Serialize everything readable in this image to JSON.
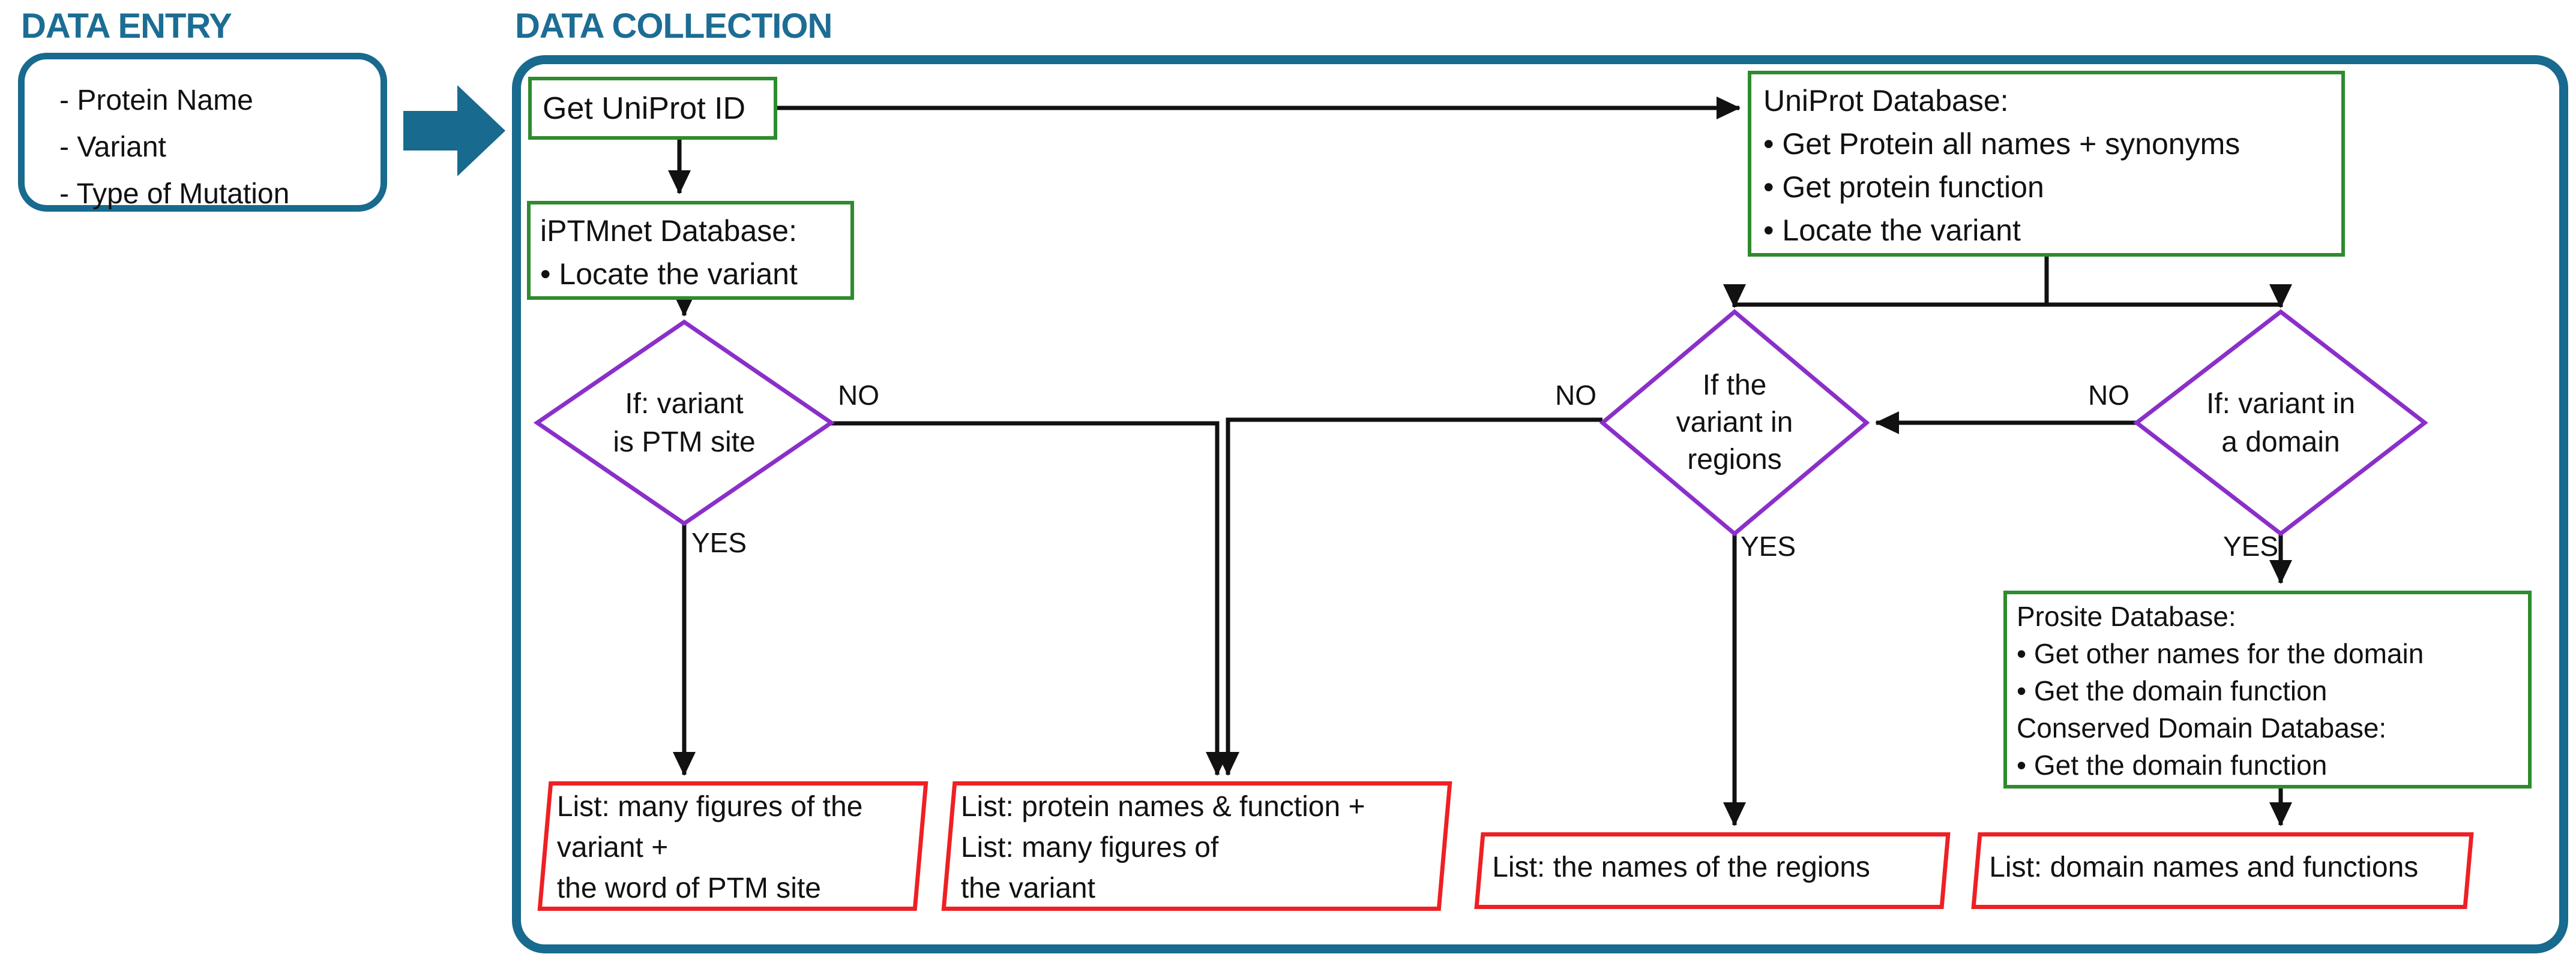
{
  "colors": {
    "teal": "#186a8e",
    "title_teal": "#1c6d94",
    "green": "#2e8b2e",
    "purple": "#8b2fc9",
    "red": "#ee2024",
    "line_black": "#111111"
  },
  "data_entry": {
    "title": "DATA ENTRY",
    "items": [
      "- Protein Name",
      "- Variant",
      "- Type of Mutation"
    ]
  },
  "data_collection": {
    "title": "DATA COLLECTION",
    "nodes": {
      "get_uniprot": {
        "label": "Get UniProt ID"
      },
      "iptmnet": {
        "lines": [
          "iPTMnet Database:",
          "• Locate the variant"
        ]
      },
      "uniprot_db": {
        "lines": [
          "UniProt Database:",
          "• Get Protein all names + synonyms",
          "• Get protein function",
          "• Locate the variant"
        ]
      },
      "prosite": {
        "lines": [
          "Prosite Database:",
          "• Get other names for the domain",
          "• Get the domain function",
          "Conserved Domain Database:",
          "• Get the domain function"
        ]
      },
      "decision_ptm": {
        "lines": [
          "If: variant",
          "is PTM site"
        ]
      },
      "decision_regions": {
        "lines": [
          "If the",
          "variant in",
          "regions"
        ]
      },
      "decision_domain": {
        "lines": [
          "If: variant in",
          "a domain"
        ]
      },
      "out_ptm": {
        "lines": [
          "List: many figures of the",
          "variant +",
          "the word of PTM site"
        ]
      },
      "out_names": {
        "lines": [
          "List: protein names & function +",
          "List: many figures of",
          "the variant"
        ]
      },
      "out_regions": {
        "lines": [
          "List: the names of the regions"
        ]
      },
      "out_domains": {
        "lines": [
          "List: domain names and functions"
        ]
      }
    },
    "labels": {
      "yes": "YES",
      "no": "NO"
    }
  }
}
